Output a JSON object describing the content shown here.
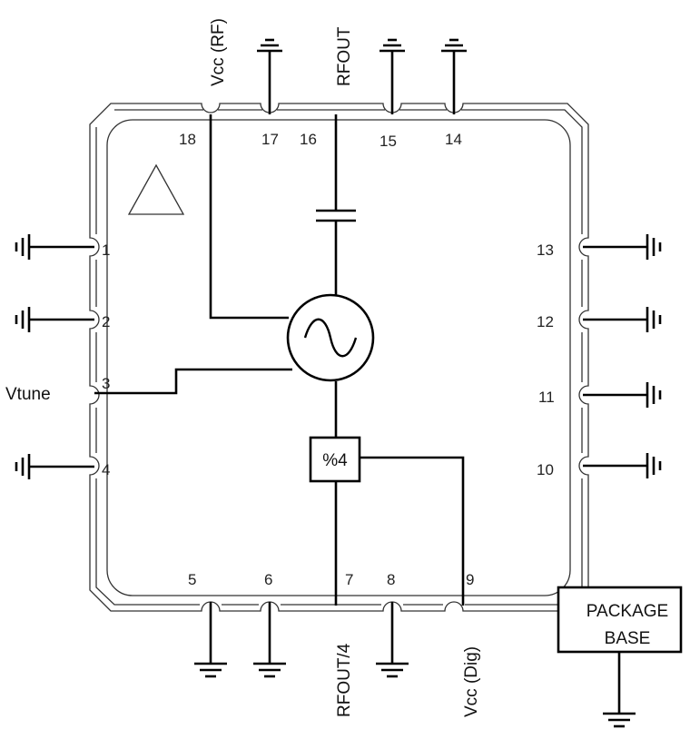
{
  "pins": {
    "p1": "1",
    "p2": "2",
    "p3": "3",
    "p4": "4",
    "p5": "5",
    "p6": "6",
    "p7": "7",
    "p8": "8",
    "p9": "9",
    "p10": "10",
    "p11": "11",
    "p12": "12",
    "p13": "13",
    "p14": "14",
    "p15": "15",
    "p16": "16",
    "p17": "17",
    "p18": "18"
  },
  "signals": {
    "vcc_rf": "Vcc (RF)",
    "rfout": "RFOUT",
    "vtune": "Vtune",
    "rfout4": "RFOUT/4",
    "vcc_dig": "Vcc (Dig)"
  },
  "divider": {
    "label": "%4"
  },
  "package_base": {
    "line1": "PACKAGE",
    "line2": "BASE"
  },
  "colors": {
    "line": "#000000",
    "outline": "#333333"
  }
}
